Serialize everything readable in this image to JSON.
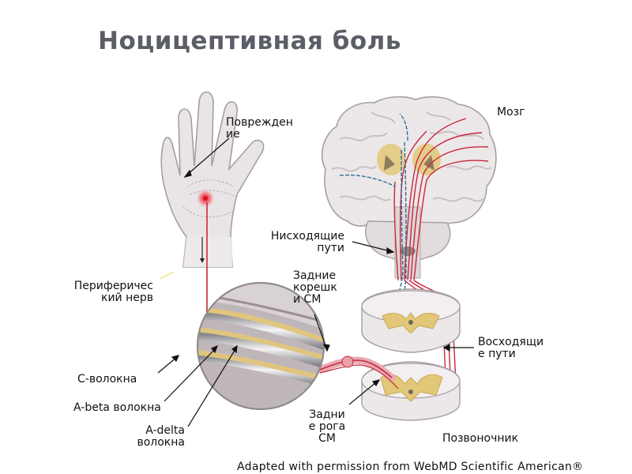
{
  "slide": {
    "title": "Ноцицептивная боль",
    "credit": "Adapted with permission from WebMD Scientific American®"
  },
  "labels": {
    "injury_1": "Поврежден",
    "injury_2": "ие",
    "brain": "Мозг",
    "descending_1": "Нисходящие",
    "descending_2": "пути",
    "peripheral_1": "Периферичес",
    "peripheral_2": "кий нерв",
    "dorsal_roots_1": "Задние",
    "dorsal_roots_2": "корешк",
    "dorsal_roots_3": "и СМ",
    "ascending_1": "Восходящи",
    "ascending_2": "е пути",
    "c_fibers": "C-волокна",
    "abeta": "A-beta волокна",
    "adelta_1": "A-delta",
    "adelta_2": "волокна",
    "dorsal_horn_1": "Задни",
    "dorsal_horn_2": "е рога",
    "dorsal_horn_3": "СМ",
    "spine": "Позвоночник"
  },
  "colors": {
    "title": "#5b5e66",
    "ascending_path": "#c8283c",
    "descending_path": "#2f6f98",
    "skin": "#e9e4e6",
    "tissue": "#d9d2d4",
    "gray_matter": "#e3c778"
  }
}
